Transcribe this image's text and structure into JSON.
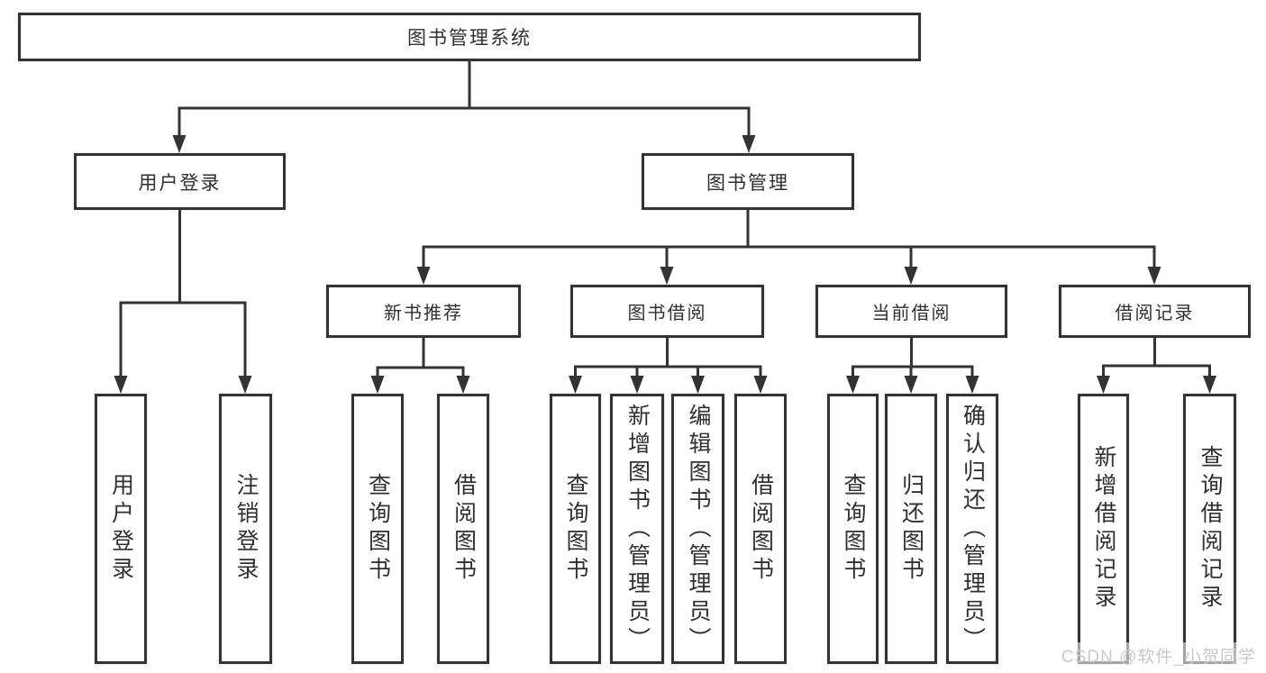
{
  "diagram_title": "图书管理系统",
  "tree": {
    "label": "图书管理系统",
    "children": [
      {
        "label": "用户登录",
        "children": [
          {
            "label": "用户登录"
          },
          {
            "label": "注销登录"
          }
        ]
      },
      {
        "label": "图书管理",
        "children": [
          {
            "label": "新书推荐",
            "children": [
              {
                "label": "查询图书"
              },
              {
                "label": "借阅图书"
              }
            ]
          },
          {
            "label": "图书借阅",
            "children": [
              {
                "label": "查询图书"
              },
              {
                "label": "新增图书（管理员）"
              },
              {
                "label": "编辑图书（管理员）"
              },
              {
                "label": "借阅图书"
              }
            ]
          },
          {
            "label": "当前借阅",
            "children": [
              {
                "label": "查询图书"
              },
              {
                "label": "归还图书"
              },
              {
                "label": "确认归还（管理员）"
              }
            ]
          },
          {
            "label": "借阅记录",
            "children": [
              {
                "label": "新增借阅记录"
              },
              {
                "label": "查询借阅记录"
              }
            ]
          }
        ]
      }
    ]
  },
  "watermark": {
    "text": "CSDN @软件_小贺同学"
  },
  "colors": {
    "line": "#333333",
    "box_border": "#333333",
    "text": "#303030",
    "background": "#ffffff",
    "watermark": "#c9c9c9"
  }
}
